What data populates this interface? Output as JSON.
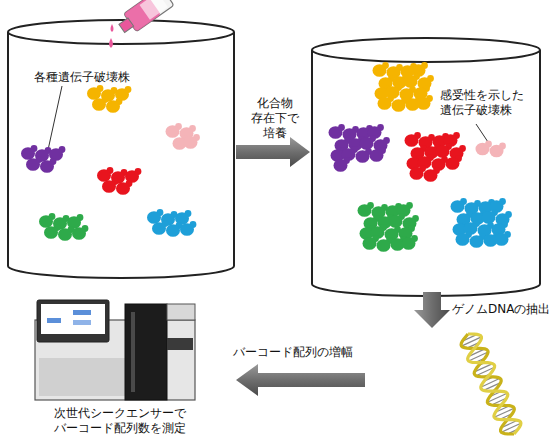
{
  "diagram": {
    "nodes": [
      {
        "text": [
          "各種遺伝子破壊株"
        ]
      },
      {
        "text": [
          "感受性を示した 遺伝子破壊株"
        ]
      },
      {
        "text": [
          "次世代シークエンサーで バーコード配列数を測定"
        ]
      }
    ],
    "edges": [
      {
        "from": 0,
        "to": 1,
        "arrow": "to",
        "label": "化合物 存在下で 培養"
      }
    ],
    "labels": [
      "ゲノムDNAの抽出",
      "バーコード配列の増幅"
    ]
  }
}
